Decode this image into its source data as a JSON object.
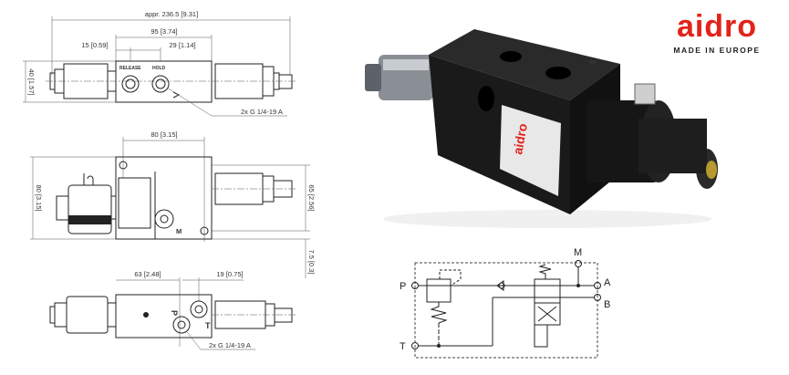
{
  "brand": {
    "name": "aidro",
    "tagline": "MADE IN EUROPE",
    "color": "#e2231a"
  },
  "top_view": {
    "overall_dim": "appr. 236.5 [9.31]",
    "body_dim": "95 [3.74]",
    "dim_left": "15 [0.59]",
    "dim_right": "29 [1.14]",
    "height_dim": "40 [1.57]",
    "port_release": "RELEASE",
    "port_hold": "HOLD",
    "port_note": "2x G 1/4-19 A"
  },
  "side_view": {
    "width_dim": "80 [3.15]",
    "height_dim": "80 [3.15]",
    "inner_dim": "65 [2.56]",
    "offset_dim": "7.5 [0.3]",
    "port_m": "M"
  },
  "bottom_view": {
    "dim_p": "63 [2.48]",
    "dim_t": "19 [0.75]",
    "port_p": "P",
    "port_t": "T",
    "port_note": "2x G 1/4-19 A"
  },
  "schematic": {
    "ports": [
      "P",
      "T",
      "M",
      "A",
      "B"
    ]
  }
}
